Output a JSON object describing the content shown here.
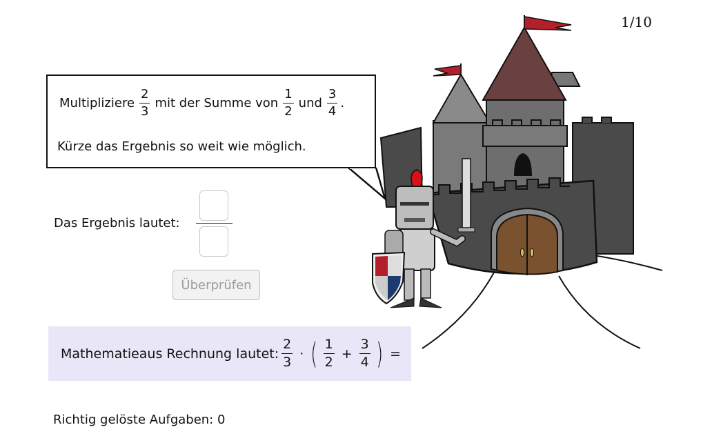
{
  "progress": "1/10",
  "task": {
    "prefix": "Multipliziere",
    "factor": {
      "num": "2",
      "den": "3"
    },
    "middle": "mit der Summe von",
    "addend1": {
      "num": "1",
      "den": "2"
    },
    "conjunction": "und",
    "addend2": {
      "num": "3",
      "den": "4"
    },
    "end": ".",
    "instruction": "Kürze das Ergebnis so weit wie möglich."
  },
  "answer": {
    "label": "Das Ergebnis lautet:",
    "numerator_value": "",
    "denominator_value": ""
  },
  "check_button_label": "Überprüfen",
  "solution": {
    "label": "Mathematieaus Rechnung lautet:",
    "factor": {
      "num": "2",
      "den": "3"
    },
    "times": "·",
    "open_paren": "(",
    "a": {
      "num": "1",
      "den": "2"
    },
    "plus": "+",
    "b": {
      "num": "3",
      "den": "4"
    },
    "close_paren": ")",
    "equals": "="
  },
  "score": "Richtig gelöste Aufgaben: 0",
  "colors": {
    "panel_bg": "#e9e7f7",
    "flag_red": "#b3202c",
    "roof_brown": "#6b4040",
    "stone_dark": "#4a4a4a",
    "door_brown": "#7a5230"
  },
  "icons": {
    "illustration": "castle-with-knight-illustration"
  }
}
